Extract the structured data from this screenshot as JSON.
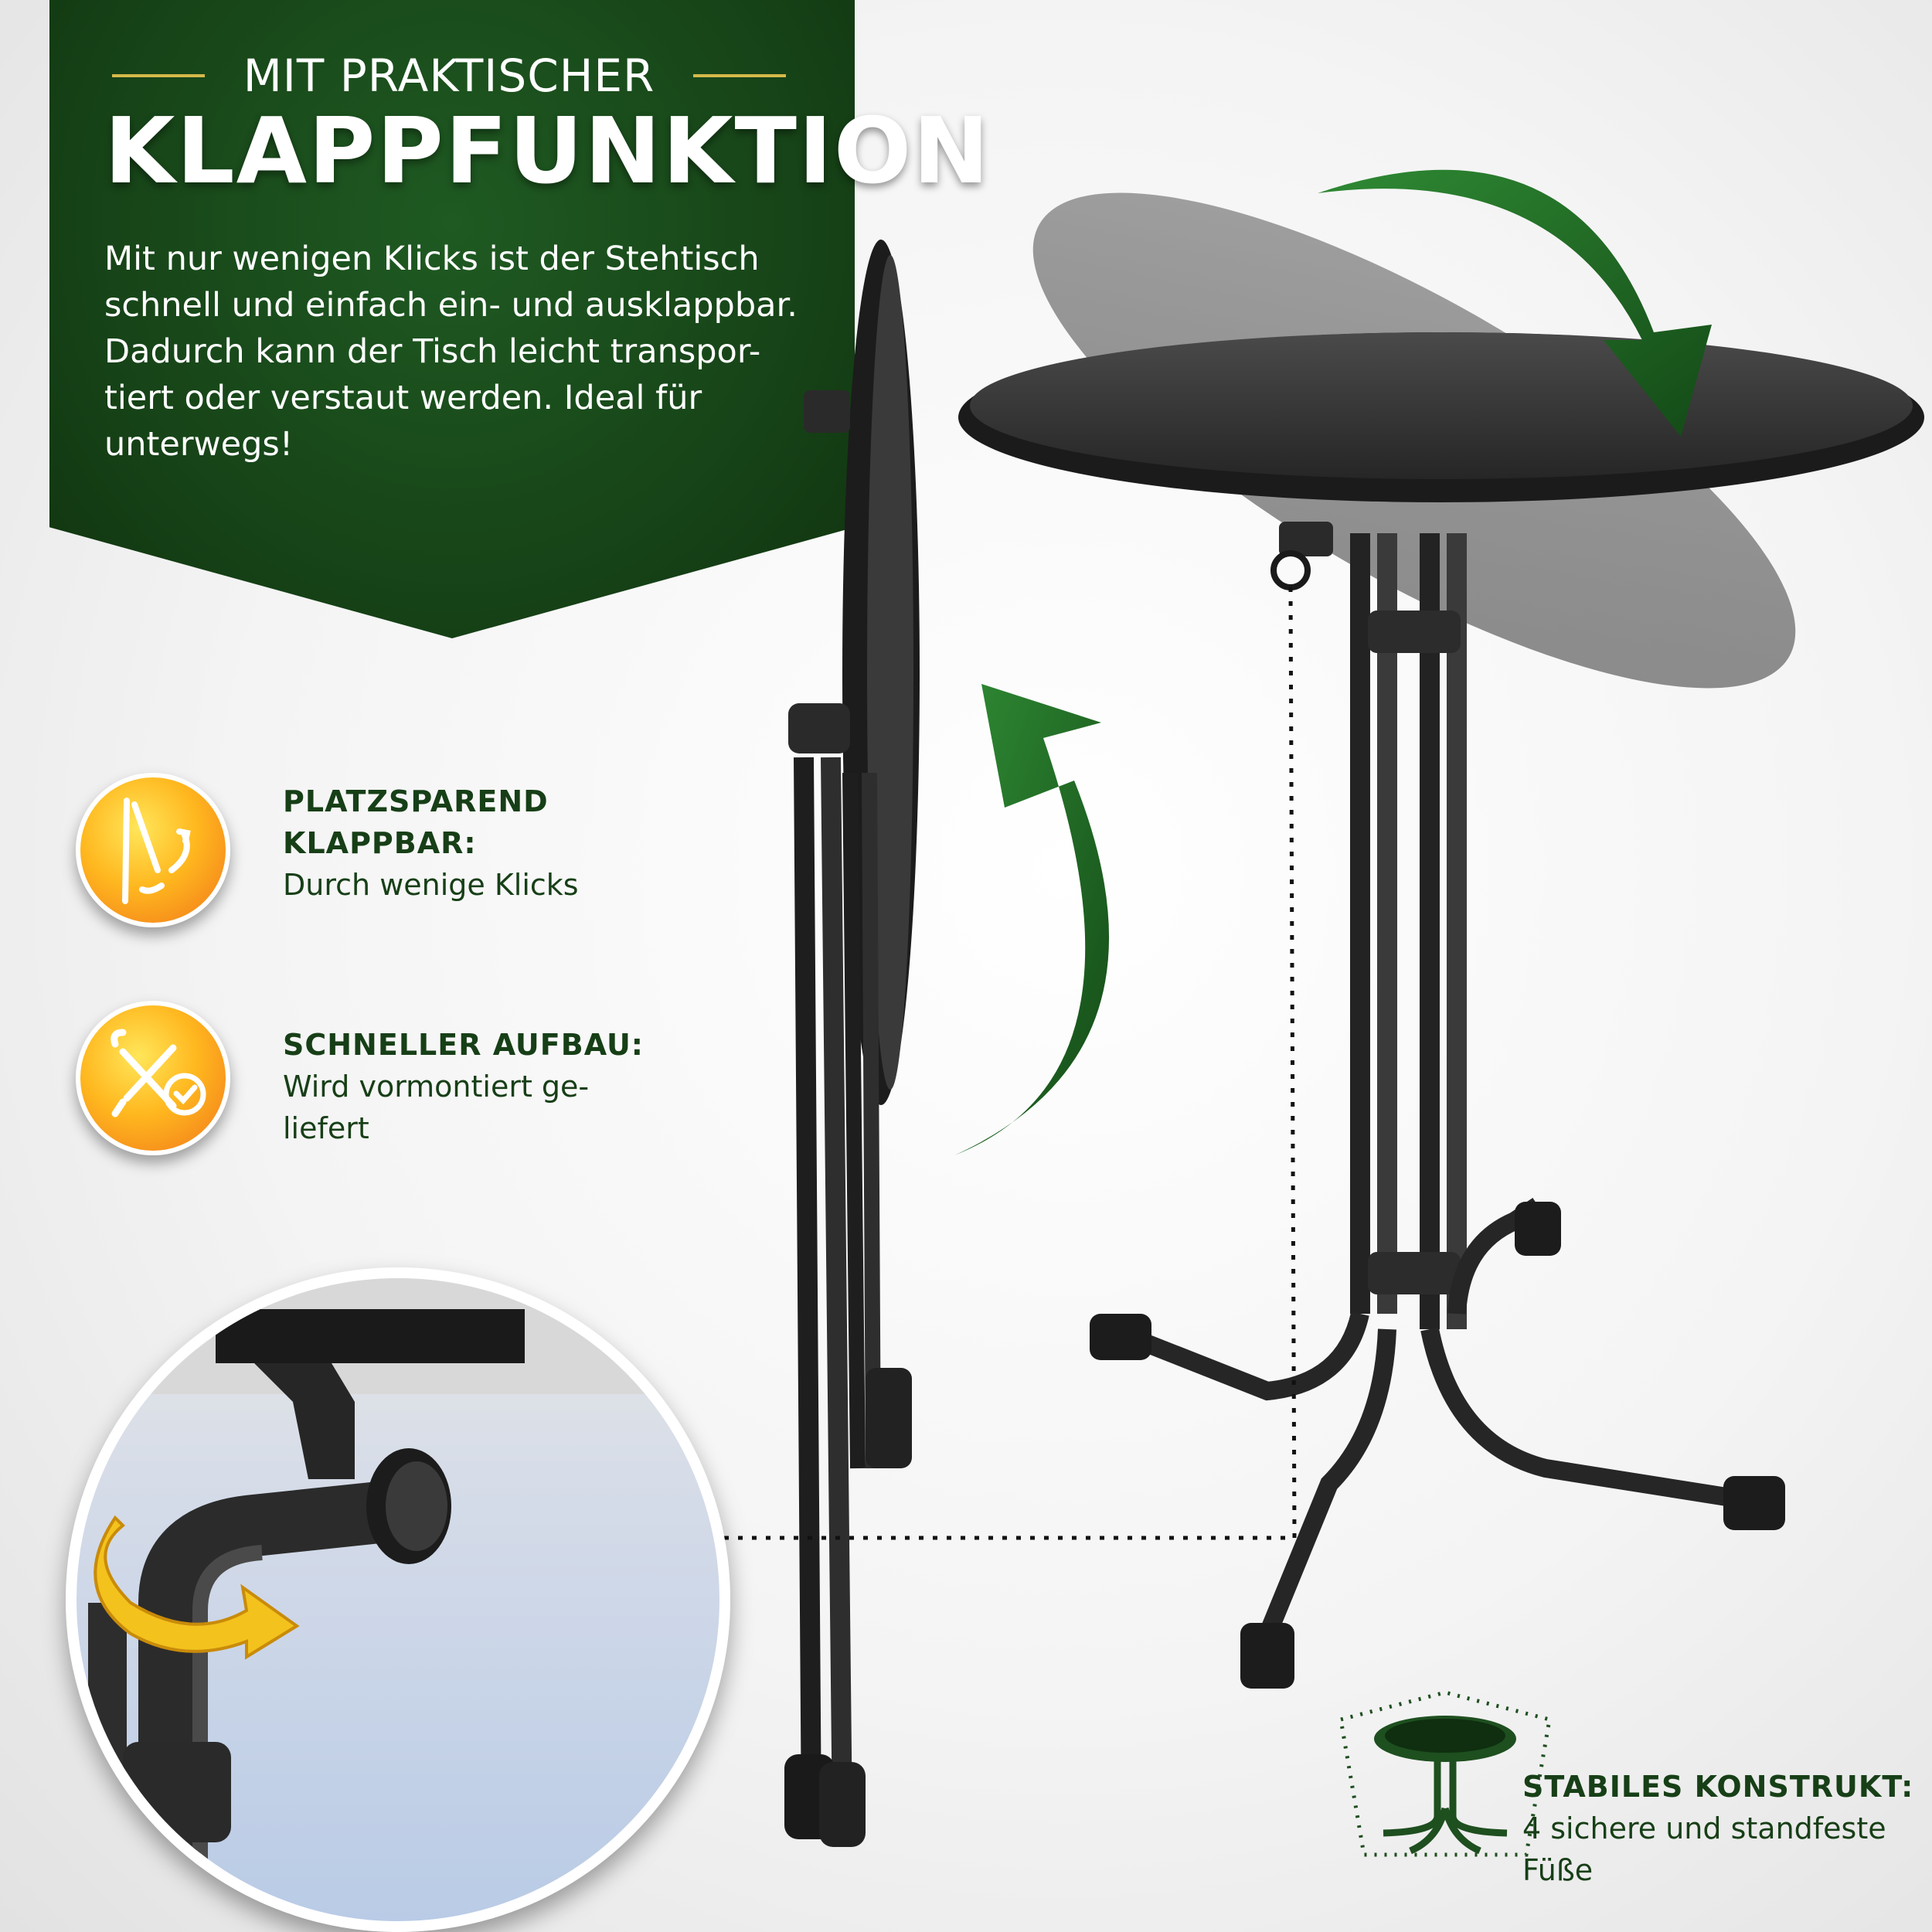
{
  "banner": {
    "kicker": "MIT PRAKTISCHER",
    "headline": "KLAPPFUNKTION",
    "description_lines": [
      "Mit nur wenigen Klicks ist der Stehtisch",
      "schnell und einfach ein- und ausklappbar.",
      "Dadurch kann der Tisch leicht transpor-",
      "tiert oder verstaut werden. Ideal für",
      "unterwegs!"
    ]
  },
  "features": [
    {
      "icon": "foldable-legs-icon",
      "title_lines": [
        "PLATZSPAREND",
        "KLAPPBAR:"
      ],
      "desc_lines": [
        "Durch wenige Klicks"
      ]
    },
    {
      "icon": "tools-check-icon",
      "title_lines": [
        "SCHNELLER AUFBAU:"
      ],
      "desc_lines": [
        "Wird vormontiert ge-",
        "liefert"
      ]
    }
  ],
  "stable": {
    "icon": "table-base-icon",
    "title": "STABILES KONSTRUKT:",
    "desc_lines": [
      "4 sichere und standfeste",
      "Füße"
    ]
  },
  "colors": {
    "banner_green": "#174418",
    "text_green": "#173f17",
    "gold": "#d5b94a",
    "arrow_green": "#1e6b24",
    "orange_icon": "#f59a1c",
    "table_dark": "#2b2b2b"
  }
}
